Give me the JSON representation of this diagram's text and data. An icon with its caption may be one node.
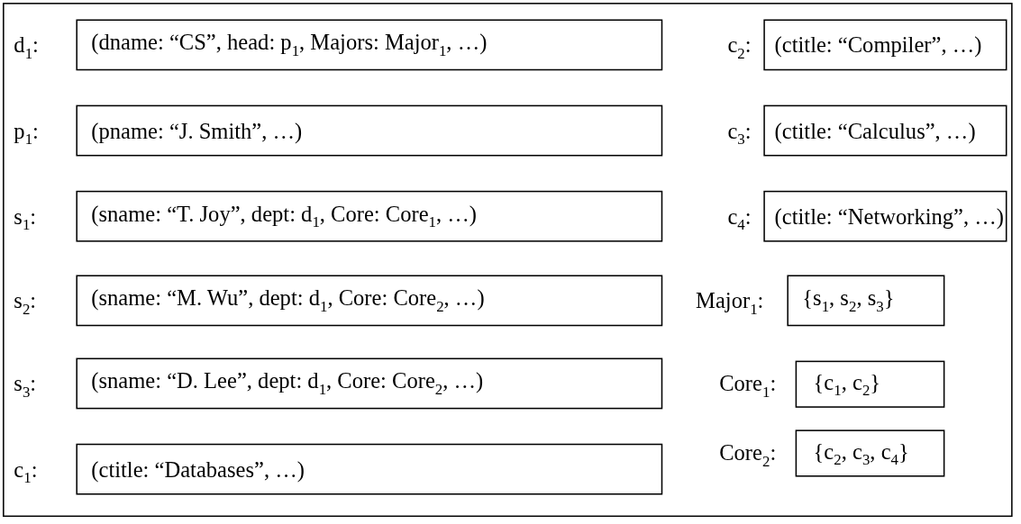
{
  "diagram": {
    "nodes": [
      {
        "text": [
          "(dname: “CS”, head: p$_{1}$, Majors: Major$_{1}$, …)"
        ],
        "beside": [
          "d$_{1}$:"
        ]
      },
      {
        "text": [
          "(ctitle: “Compiler”, …)"
        ],
        "beside": [
          "c$_{2}$:"
        ]
      },
      {
        "text": [
          "(pname: “J. Smith”, …)"
        ],
        "beside": [
          "p$_{1}$:"
        ]
      },
      {
        "text": [
          "(ctitle: “Calculus”, …)"
        ],
        "beside": [
          "c$_{3}$:"
        ]
      },
      {
        "text": [
          "(sname: “T. Joy”, dept: d$_{1}$, Core: Core$_{1}$, …)"
        ],
        "beside": [
          "s$_{1}$:"
        ]
      },
      {
        "text": [
          "(ctitle: “Networking”, …)"
        ],
        "beside": [
          "c$_{4}$:"
        ]
      },
      {
        "text": [
          "(sname: “M. Wu”, dept: d$_{1}$, Core: Core$_{2}$, …)"
        ],
        "beside": [
          "s$_{2}$:"
        ]
      },
      {
        "text": [
          "{s$_{1}$, s$_{2}$, s$_{3}$}"
        ],
        "beside": [
          "Major$_{1}$:"
        ]
      },
      {
        "text": [
          "(sname: “D. Lee”, dept: d$_{1}$, Core: Core$_{2}$, …)"
        ],
        "beside": [
          "s$_{3}$:"
        ]
      },
      {
        "text": [
          "{c$_{1}$, c$_{2}$}"
        ],
        "beside": [
          "Core$_{1}$:"
        ]
      },
      {
        "text": [
          "(ctitle: “Databases”, …)"
        ],
        "beside": [
          "c$_{1}$:"
        ]
      },
      {
        "text": [
          "{c$_{2}$, c$_{3}$, c$_{4}$}"
        ],
        "beside": [
          "Core$_{2}$:"
        ]
      }
    ],
    "edges": []
  }
}
